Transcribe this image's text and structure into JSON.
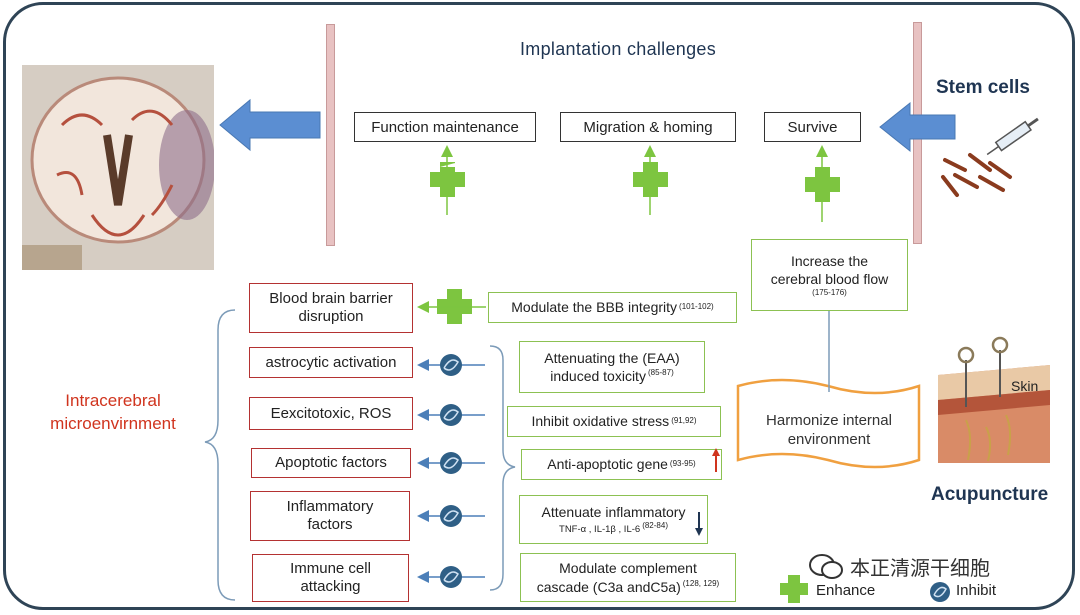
{
  "header": {
    "title": "Implantation challenges"
  },
  "labels": {
    "stem_cells": "Stem cells",
    "acupuncture": "Acupuncture",
    "skin": "Skin",
    "intracerebral": [
      "Intracerebral",
      "microenvirnment"
    ]
  },
  "challenges": [
    "Function maintenance",
    "Migration & homing",
    "Survive"
  ],
  "blood_flow": {
    "line1": "Increase the",
    "line2": "cerebral blood flow",
    "ref": "(175-176)"
  },
  "harmonize": {
    "line1": "Harmonize internal",
    "line2": "environment"
  },
  "factors": [
    {
      "lines": [
        "Blood brain barrier",
        "disruption"
      ]
    },
    {
      "lines": [
        "astrocytic activation"
      ]
    },
    {
      "lines": [
        "Eexcitotoxic, ROS"
      ]
    },
    {
      "lines": [
        "Apoptotic factors"
      ]
    },
    {
      "lines": [
        "Inflammatory",
        "factors"
      ]
    },
    {
      "lines": [
        "Immune cell",
        "attacking"
      ]
    }
  ],
  "effects": {
    "bbb": {
      "text": "Modulate the BBB integrity",
      "ref": "(101-102)"
    },
    "eaa": {
      "line1": "Attenuating the (EAA)",
      "line2": "induced toxicity",
      "ref": "(85-87)"
    },
    "oxidative": {
      "text": "Inhibit oxidative stress",
      "ref": "(91,92)"
    },
    "apoptotic": {
      "text": "Anti-apoptotic gene",
      "ref": "(93-95)"
    },
    "inflammatory": {
      "line1": "Attenuate inflammatory",
      "line2": "TNF-α , IL-1β , IL-6",
      "ref": "(82-84)"
    },
    "complement": {
      "line1": "Modulate complement",
      "line2": "cascade (C3a andC5a)",
      "ref": "(128, 129)"
    }
  },
  "legend": {
    "enhance": "Enhance",
    "inhibit": "Inhibit"
  },
  "watermark": "本正清源干细胞",
  "colors": {
    "enhance": "#7dc540",
    "inhibit": "#2f5f86",
    "arrow_blue": "#5b8ed2",
    "red_text": "#d0341e",
    "bar": "#e6b8b8"
  }
}
